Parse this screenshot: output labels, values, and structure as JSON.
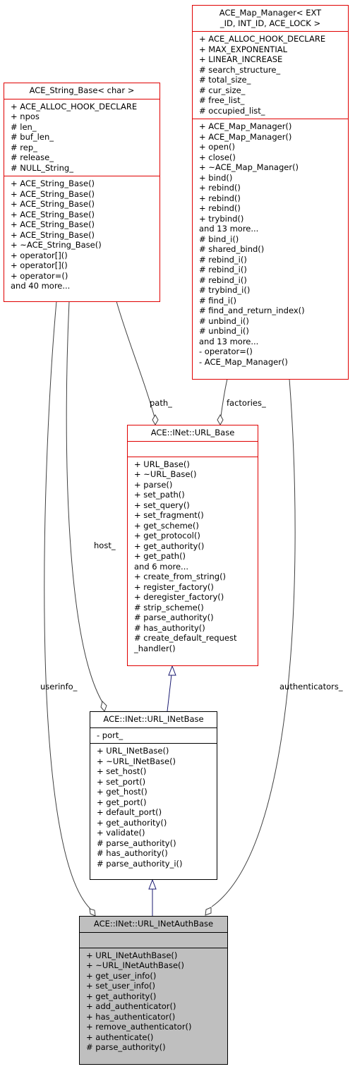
{
  "classes": {
    "string_base": {
      "title": "ACE_String_Base< char >",
      "attributes": [
        "+ ACE_ALLOC_HOOK_DECLARE",
        "+ npos",
        "# len_",
        "# buf_len_",
        "# rep_",
        "# release_",
        "# NULL_String_"
      ],
      "methods": [
        "+ ACE_String_Base()",
        "+ ACE_String_Base()",
        "+ ACE_String_Base()",
        "+ ACE_String_Base()",
        "+ ACE_String_Base()",
        "+ ACE_String_Base()",
        "+ ~ACE_String_Base()",
        "+ operator[]()",
        "+ operator[]()",
        "+ operator=()",
        "and 40 more..."
      ]
    },
    "map_manager": {
      "title": "ACE_Map_Manager< EXT\n_ID, INT_ID, ACE_LOCK >",
      "attributes": [
        "+ ACE_ALLOC_HOOK_DECLARE",
        "+ MAX_EXPONENTIAL",
        "+ LINEAR_INCREASE",
        "# search_structure_",
        "# total_size_",
        "# cur_size_",
        "# free_list_",
        "# occupied_list_"
      ],
      "methods": [
        "+ ACE_Map_Manager()",
        "+ ACE_Map_Manager()",
        "+ open()",
        "+ close()",
        "+ ~ACE_Map_Manager()",
        "+ bind()",
        "+ rebind()",
        "+ rebind()",
        "+ rebind()",
        "+ trybind()",
        "and 13 more...",
        "# bind_i()",
        "# shared_bind()",
        "# rebind_i()",
        "# rebind_i()",
        "# rebind_i()",
        "# trybind_i()",
        "# find_i()",
        "# find_and_return_index()",
        "# unbind_i()",
        "# unbind_i()",
        "and 13 more...",
        "- operator=()",
        "- ACE_Map_Manager()"
      ]
    },
    "url_base": {
      "title": "ACE::INet::URL_Base",
      "attributes": [],
      "methods": [
        "+ URL_Base()",
        "+ ~URL_Base()",
        "+ parse()",
        "+ set_path()",
        "+ set_query()",
        "+ set_fragment()",
        "+ get_scheme()",
        "+ get_protocol()",
        "+ get_authority()",
        "+ get_path()",
        "and 6 more...",
        "+ create_from_string()",
        "+ register_factory()",
        "+ deregister_factory()",
        "# strip_scheme()",
        "# parse_authority()",
        "# has_authority()",
        "# create_default_request\n_handler()"
      ]
    },
    "inet_base": {
      "title": "ACE::INet::URL_INetBase",
      "attributes": [
        "- port_"
      ],
      "methods": [
        "+ URL_INetBase()",
        "+ ~URL_INetBase()",
        "+ set_host()",
        "+ set_port()",
        "+ get_host()",
        "+ get_port()",
        "+ default_port()",
        "+ get_authority()",
        "+ validate()",
        "# parse_authority()",
        "# has_authority()",
        "# parse_authority_i()"
      ]
    },
    "inet_auth_base": {
      "title": "ACE::INet::URL_INetAuthBase",
      "attributes": [],
      "methods": [
        "+ URL_INetAuthBase()",
        "+ ~URL_INetAuthBase()",
        "+ get_user_info()",
        "+ set_user_info()",
        "+ get_authority()",
        "+ add_authenticator()",
        "+ has_authenticator()",
        "+ remove_authenticator()",
        "+ authenticate()",
        "# parse_authority()"
      ]
    }
  },
  "edge_labels": {
    "path": "path_",
    "factories": "factories_",
    "host": "host_",
    "userinfo": "userinfo_",
    "authenticators": "authenticators_"
  },
  "colors": {
    "template_border": "#e00000",
    "class_border": "#000000",
    "highlight_fill": "#bfbfbf",
    "inheritance_arrow": "#191970",
    "usage_line": "#404040"
  }
}
